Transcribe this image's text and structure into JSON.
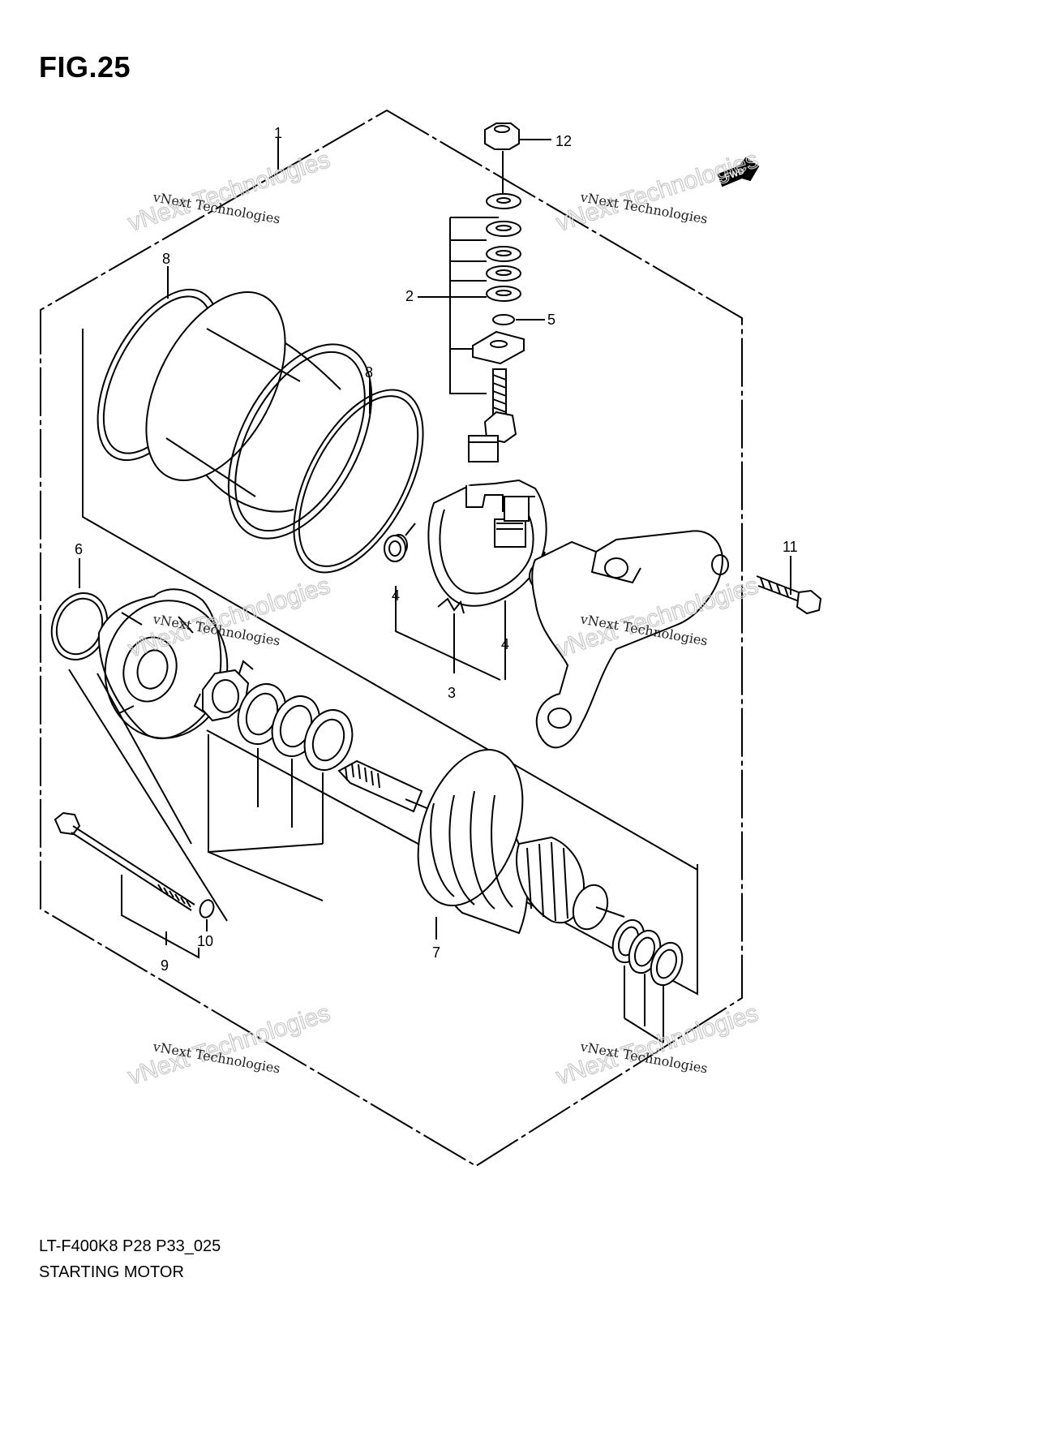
{
  "figure": {
    "title": "FIG.25",
    "code": "LT-F400K8 P28 P33_025",
    "name": "STARTING MOTOR"
  },
  "fwd_label": "FWD",
  "callouts": [
    "1",
    "2",
    "3",
    "4",
    "4",
    "5",
    "6",
    "7",
    "8",
    "8",
    "9",
    "10",
    "11",
    "12"
  ],
  "watermark": {
    "line1": "vNext Technologies",
    "line2": "vNext Technologies"
  }
}
